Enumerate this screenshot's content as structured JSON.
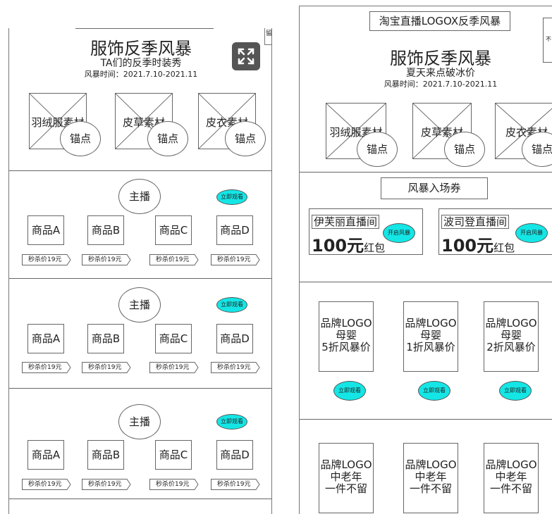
{
  "left_page": {
    "title": "服饰反季风暴",
    "subtitle": "TA们的反季时装秀",
    "time": "风暴时间：2021.7.10-2021.11",
    "side_text": "留",
    "materials": [
      {
        "label": "羽绒服素材",
        "anchor": "锚点"
      },
      {
        "label": "皮草素材",
        "anchor": "锚点"
      },
      {
        "label": "皮衣素材",
        "anchor": "锚点"
      }
    ],
    "live_sections": [
      {
        "host": "主播",
        "watch_label": "立即观看",
        "products": [
          "商品A",
          "商品B",
          "商品C",
          "商品D"
        ],
        "prices": [
          "秒杀价19元",
          "秒杀价19元",
          "秒杀价19元",
          "秒杀价19元"
        ]
      },
      {
        "host": "主播",
        "watch_label": "立即观看",
        "products": [
          "商品A",
          "商品B",
          "商品C",
          "商品D"
        ],
        "prices": [
          "秒杀价19元",
          "秒杀价19元",
          "秒杀价19元",
          "秒杀价19元"
        ]
      },
      {
        "host": "主播",
        "watch_label": "立即观看",
        "products": [
          "商品A",
          "商品B",
          "商品C",
          "商品D"
        ],
        "prices": [
          "秒杀价19元",
          "秒杀价19元",
          "秒杀价19元",
          "秒杀价19元"
        ]
      }
    ]
  },
  "right_page": {
    "header_logo": "淘宝直播LOGOX反季风暴",
    "title": "服饰反季风暴",
    "subtitle": "夏天来点破冰价",
    "time": "风暴时间：2021.7.10-2021.11",
    "side_text": "不",
    "materials": [
      {
        "label": "羽绒服素材",
        "anchor": "锚点"
      },
      {
        "label": "皮草素材",
        "anchor": "锚点"
      },
      {
        "label": "皮衣素材",
        "anchor": "锚点"
      }
    ],
    "coupon_section_title": "风暴入场券",
    "coupons": [
      {
        "room": "伊芙丽直播间",
        "amount": "100元",
        "unit": "红包",
        "button": "开启风暴"
      },
      {
        "room": "波司登直播间",
        "amount": "100元",
        "unit": "红包",
        "button": "开启风暴"
      }
    ],
    "brand_row_1": [
      {
        "line1": "品牌LOGO",
        "line2": "母婴",
        "line3": "5折风暴价",
        "button": "立即观看"
      },
      {
        "line1": "品牌LOGO",
        "line2": "母婴",
        "line3": "1折风暴价",
        "button": "立即观看"
      },
      {
        "line1": "品牌LOGO",
        "line2": "母婴",
        "line3": "2折风暴价",
        "button": "立即观看"
      }
    ],
    "brand_row_2": [
      {
        "line1": "品牌LOGO",
        "line2": "中老年",
        "line3": "一件不留"
      },
      {
        "line1": "品牌LOGO",
        "line2": "中老年",
        "line3": "一件不留"
      },
      {
        "line1": "品牌LOGO",
        "line2": "中老年",
        "line3": "一件不留"
      }
    ]
  },
  "colors": {
    "accent_cyan": "#14e6e6",
    "border_gray": "#666666",
    "expand_button_bg": "#555555"
  }
}
